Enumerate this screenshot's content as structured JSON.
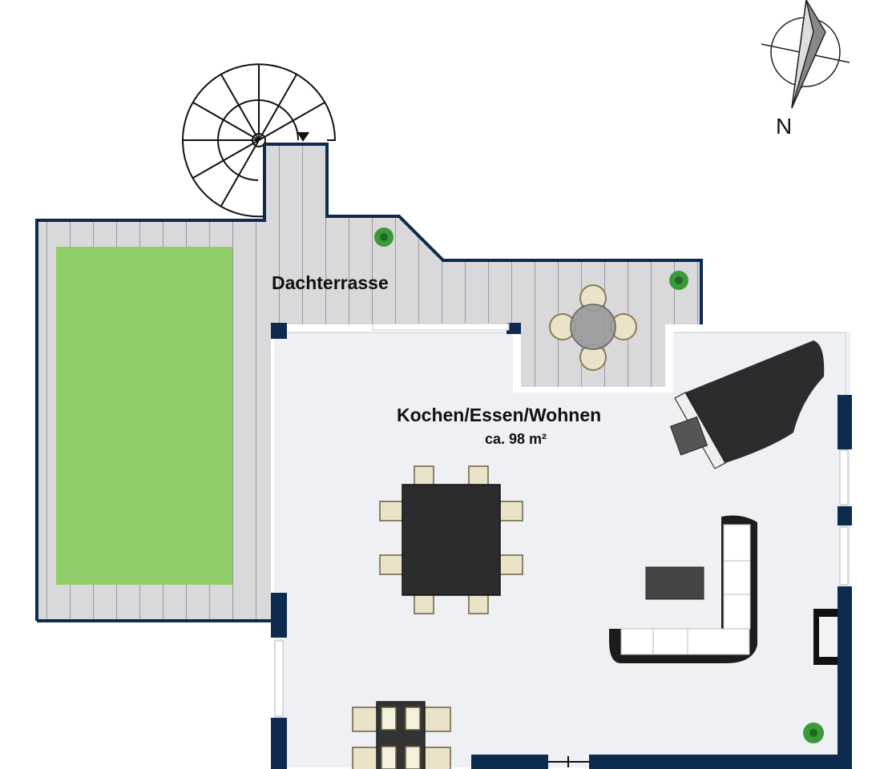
{
  "plan": {
    "terrace_label": "Dachterrasse",
    "room_label": "Kochen/Essen/Wohnen",
    "room_area": "ca. 98 m²",
    "compass_label": "N"
  },
  "colors": {
    "wall": "#0d2a4f",
    "deck": "#d9d9dc",
    "lawn": "#8fcd66",
    "floor": "#eef0f4",
    "furniture_dark": "#2c2c2e",
    "chair": "#ebe3c8"
  }
}
